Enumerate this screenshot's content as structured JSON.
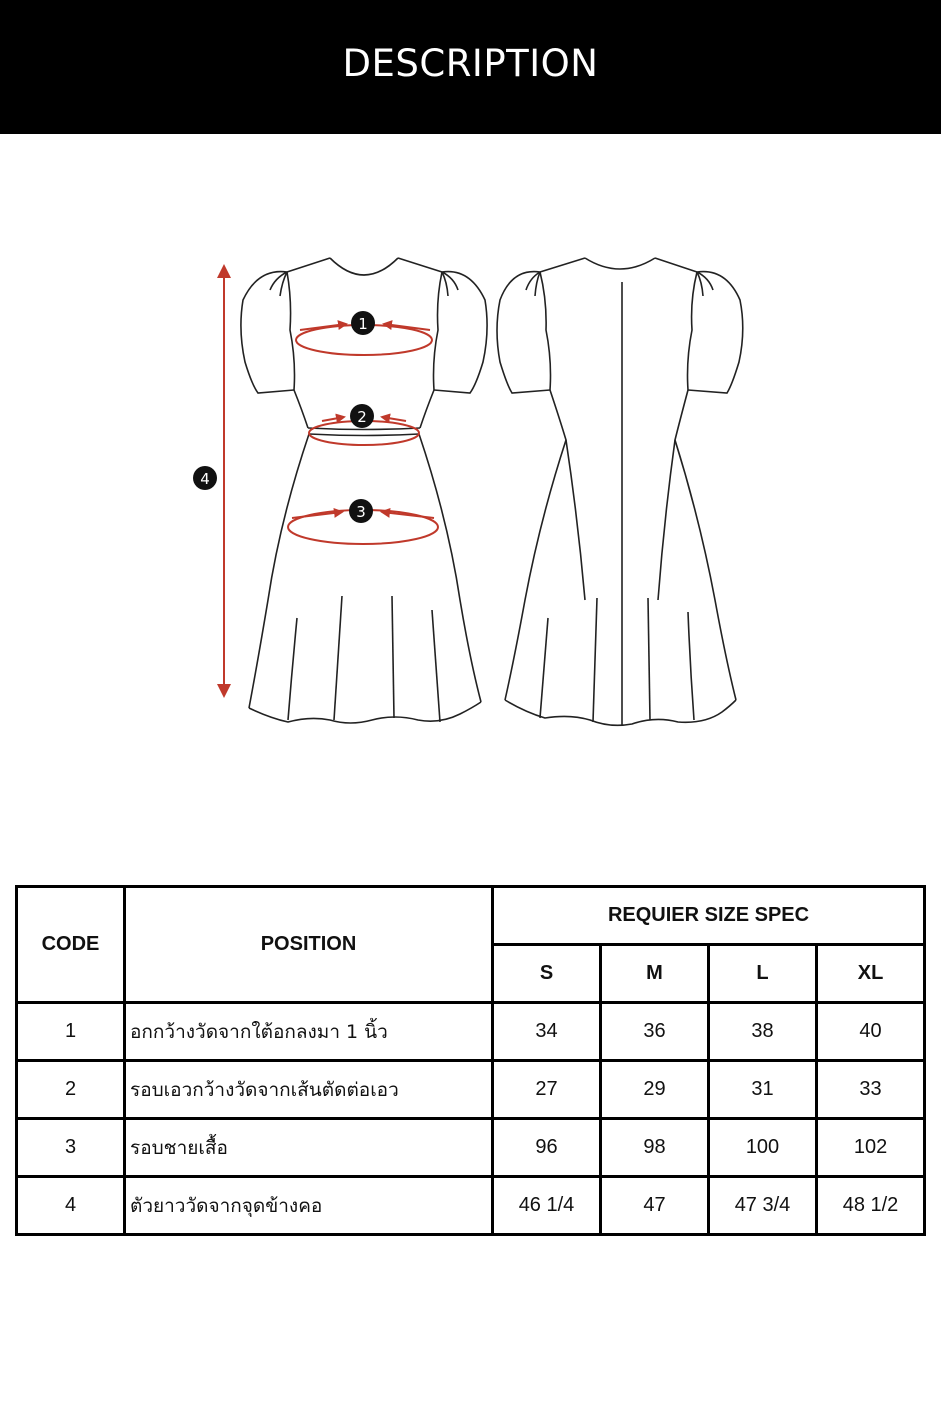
{
  "header": {
    "title": "DESCRIPTION"
  },
  "diagram": {
    "markers": [
      "1",
      "2",
      "3",
      "4"
    ],
    "accent_color": "#c0392b"
  },
  "table": {
    "headers": {
      "code": "CODE",
      "position": "POSITION",
      "group": "REQUIER SIZE SPEC",
      "sizes": [
        "S",
        "M",
        "L",
        "XL"
      ]
    },
    "rows": [
      {
        "code": "1",
        "position": "อกกว้างวัดจากใต้อกลงมา 1 นิ้ว",
        "values": [
          "34",
          "36",
          "38",
          "40"
        ]
      },
      {
        "code": "2",
        "position": "รอบเอวกว้างวัดจากเส้นตัดต่อเอว",
        "values": [
          "27",
          "29",
          "31",
          "33"
        ]
      },
      {
        "code": "3",
        "position": "รอบชายเสื้อ",
        "values": [
          "96",
          "98",
          "100",
          "102"
        ]
      },
      {
        "code": "4",
        "position": "ตัวยาววัดจากจุดข้างคอ",
        "values": [
          "46 1/4",
          "47",
          "47 3/4",
          "48 1/2"
        ]
      }
    ]
  }
}
